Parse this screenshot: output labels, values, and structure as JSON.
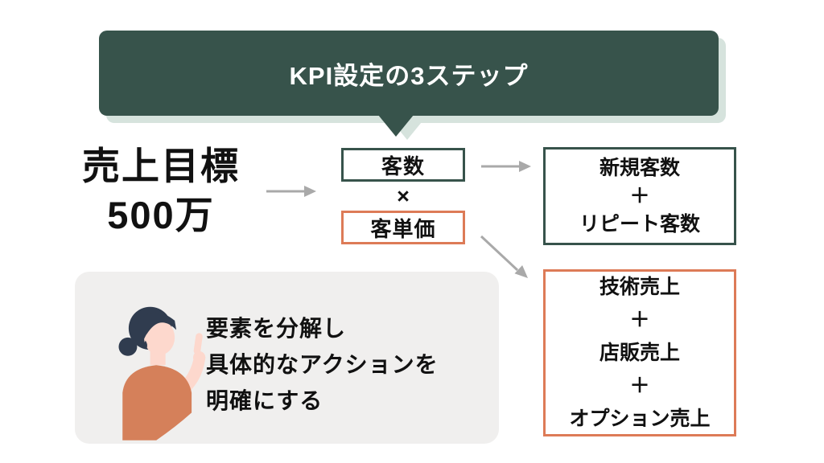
{
  "colors": {
    "accent_green": "#37534b",
    "green_shadow": "#d6e3dd",
    "accent_orange": "#dd7b57",
    "arrow_gray": "#a9a9a9",
    "card_gray": "#f0efee",
    "text_ink": "#111111",
    "banner_text": "#ffffff",
    "person_hair": "#303c4f",
    "person_skin": "#fdd8cd",
    "person_shirt": "#d5805a"
  },
  "banner": {
    "title": "KPI設定の3ステップ"
  },
  "sales_target": {
    "line1": "売上目標",
    "line2": "500万"
  },
  "formula": {
    "customer_count": "客数",
    "operator": "×",
    "unit_price": "客単価"
  },
  "customer_breakdown": {
    "lines": [
      "新規客数",
      "＋",
      "リピート客数"
    ]
  },
  "sales_breakdown": {
    "lines": [
      "技術売上",
      "＋",
      "店販売上",
      "＋",
      "オプション売上"
    ]
  },
  "note": {
    "lines": [
      "要素を分解し",
      "具体的なアクションを",
      "明確にする"
    ]
  }
}
